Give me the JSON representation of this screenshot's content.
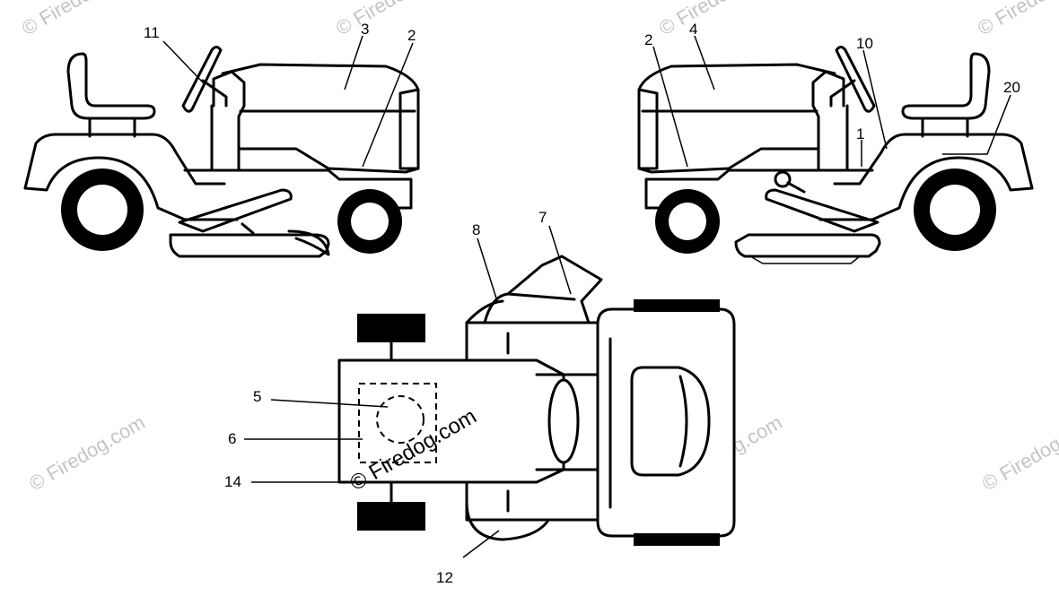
{
  "watermark": {
    "text": "© Firedog.com",
    "color": "#c4c4c4"
  },
  "callouts": [
    {
      "id": "c11",
      "label": "11"
    },
    {
      "id": "c3",
      "label": "3"
    },
    {
      "id": "c2a",
      "label": "2"
    },
    {
      "id": "c2b",
      "label": "2"
    },
    {
      "id": "c4",
      "label": "4"
    },
    {
      "id": "c10",
      "label": "10"
    },
    {
      "id": "c20",
      "label": "20"
    },
    {
      "id": "c1",
      "label": "1"
    },
    {
      "id": "c8",
      "label": "8"
    },
    {
      "id": "c7",
      "label": "7"
    },
    {
      "id": "c5",
      "label": "5"
    },
    {
      "id": "c6",
      "label": "6"
    },
    {
      "id": "c14",
      "label": "14"
    },
    {
      "id": "c12",
      "label": "12"
    }
  ]
}
